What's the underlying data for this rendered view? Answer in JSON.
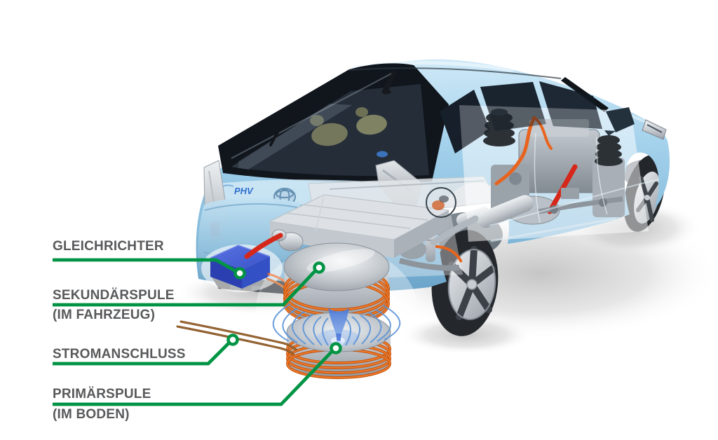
{
  "labels": {
    "gleichrichter": {
      "title": "GLEICHRICHTER"
    },
    "sekundaerspule": {
      "title": "SEKUNDÄRSPULE",
      "subtitle": "(IM FAHRZEUG)"
    },
    "stromanschluss": {
      "title": "STROMANSCHLUSS"
    },
    "primaerspule": {
      "title": "PRIMÄRSPULE",
      "subtitle": "(IM BODEN)"
    }
  },
  "badges": {
    "model": "PHV"
  },
  "colors": {
    "leader_green": "#009444",
    "label_text": "#58595b",
    "car_body_blue": "#9fcde8",
    "coil_winding_orange": "#dd5f17",
    "rectifier_blue": "#3350c4",
    "field_line_blue": "#5b93d8",
    "power_cable_red": "#d6281a",
    "supply_wire_brown": "#7c4a1d",
    "window_dark": "#161c24",
    "battery_silver": "#d7dbdf"
  }
}
